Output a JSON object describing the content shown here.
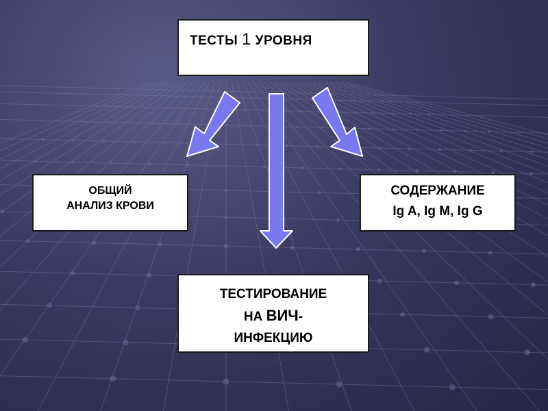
{
  "boxes": {
    "top": {
      "part1": "ТЕСТЫ ",
      "part2": "1",
      "part3": " УРОВНЯ"
    },
    "left": {
      "line1": "ОБЩИЙ",
      "line2": "АНАЛИЗ КРОВИ"
    },
    "right": {
      "line1": "СОДЕРЖАНИЕ",
      "line2": "Ig A, Ig M, Ig G"
    },
    "bottom": {
      "line1": "ТЕСТИРОВАНИЕ",
      "line2a": "НА ",
      "line2b": "ВИЧ",
      "line2c": "-",
      "line3": "ИНФЕКЦИЮ"
    }
  },
  "colors": {
    "arrow_fill": "#7878f0",
    "arrow_stroke": "#ffffff",
    "box_fill": "#ffffff"
  }
}
